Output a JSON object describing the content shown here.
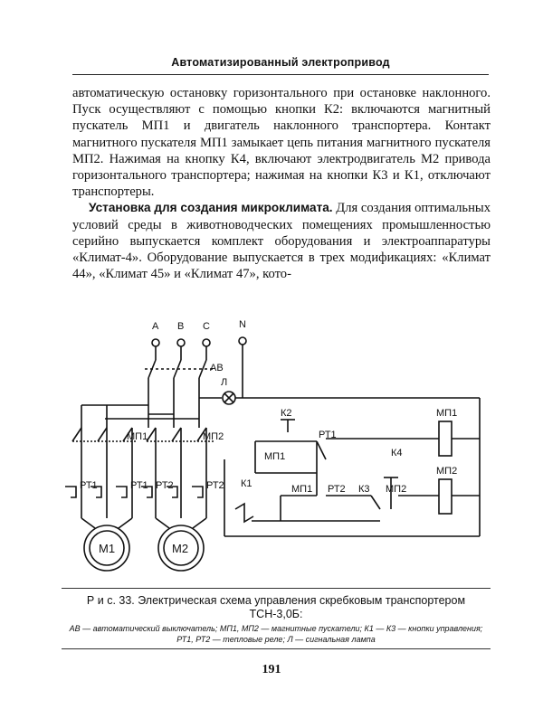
{
  "running_head": "Автоматизированный электропривод",
  "paragraphs": {
    "p1": "автоматическую остановку горизонтального при остановке наклонного. Пуск осуществляют с помощью кнопки К2: включают­ся магнитный пускатель МП1 и двигатель наклонного транспор­тера. Контакт магнитного пускателя МП1 замыкает цепь пита­ния магнитного пускателя МП2. Нажимая на кнопку К4, вклю­чают электродвигатель М2 привода горизонтального транспор­тера; нажимая на кнопки К3 и К1, отключают транспортеры.",
    "p2_lead": "Установка для создания микроклимата.",
    "p2_text": " Для создания оп­тимальных условий среды в животноводческих помещениях промышленностью серийно выпускается комплект оборудования и электроаппаратуры «Климат-4». Оборудование выпускается в трех модификациях: «Климат 44», «Климат 45» и «Климат 47», кото-"
  },
  "diagram": {
    "phase_a": "A",
    "phase_b": "B",
    "phase_c": "C",
    "neutral": "N",
    "breaker": "АВ",
    "lamp": "Л",
    "contactor_1": "МП1",
    "contactor_2": "МП2",
    "relay_1": "РТ1",
    "relay_2": "РТ2",
    "motor_1": "М1",
    "motor_2": "М2",
    "button_1": "К1",
    "button_2": "К2",
    "button_3": "К3",
    "button_4": "К4"
  },
  "caption": {
    "title": "Р и с. 33. Электрическая схема управления скребковым транспортером ТСН-3,0Б:",
    "legend": "АВ — автоматический выключатель; МП1, МП2 — магнитные пускатели; К1 — К3 — кнопки управления; РТ1, РТ2 — тепловые реле; Л — сигнальная лампа"
  },
  "page_number": "191"
}
